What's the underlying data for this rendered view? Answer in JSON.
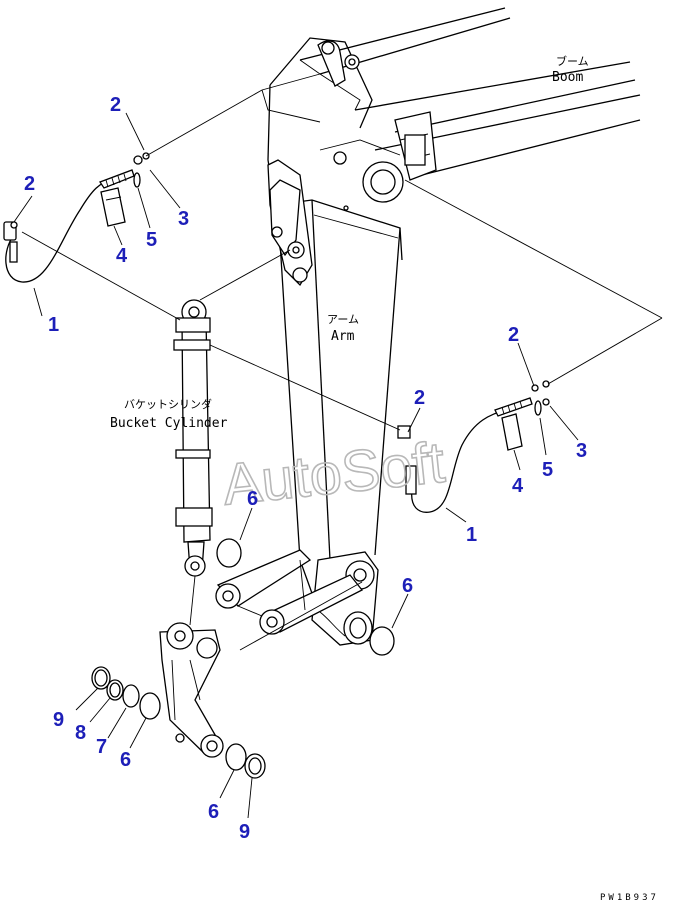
{
  "labels": {
    "boom_jp": "ブーム",
    "boom_en": "Boom",
    "arm_jp": "アーム",
    "arm_en": "Arm",
    "bucket_cylinder_jp": "バケットシリンダ",
    "bucket_cylinder_en": "Bucket Cylinder"
  },
  "watermark": "AutoSoft",
  "drawing_code": "PW1B937",
  "callouts": {
    "c1a": "1",
    "c2a": "2",
    "c2b": "2",
    "c3a": "3",
    "c4a": "4",
    "c5a": "5",
    "c1b": "1",
    "c2c": "2",
    "c2d": "2",
    "c3b": "3",
    "c4b": "4",
    "c5b": "5",
    "c6a": "6",
    "c6b": "6",
    "c6c": "6",
    "c6d": "6",
    "c7": "7",
    "c8": "8",
    "c9a": "9",
    "c9b": "9"
  },
  "colors": {
    "callout": "#1d1fb8",
    "line": "#000000",
    "watermark": "#b8b8b8"
  }
}
